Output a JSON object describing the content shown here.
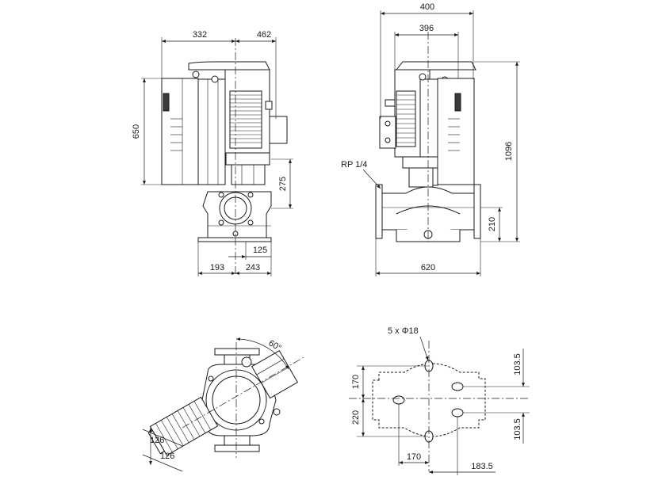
{
  "dimensions": {
    "front_width_left": "332",
    "front_width_right": "462",
    "front_height": "650",
    "front_axis_height": "275",
    "front_foot_offset": "125",
    "front_base_left": "193",
    "front_base_right": "243",
    "side_width_outer": "400",
    "side_width_inner": "396",
    "side_total_height": "1096",
    "side_port_height": "210",
    "side_port_to_port": "620",
    "rp_label": "RP 1/4",
    "angle": "60°",
    "motor_offset_1": "126",
    "motor_offset_2": "126",
    "holes": "5 x Φ18",
    "foot_upper": "170",
    "foot_lower": "220",
    "foot_right_upper": "103.5",
    "foot_right_lower": "103.5",
    "foot_width": "170",
    "foot_offset": "183.5"
  }
}
